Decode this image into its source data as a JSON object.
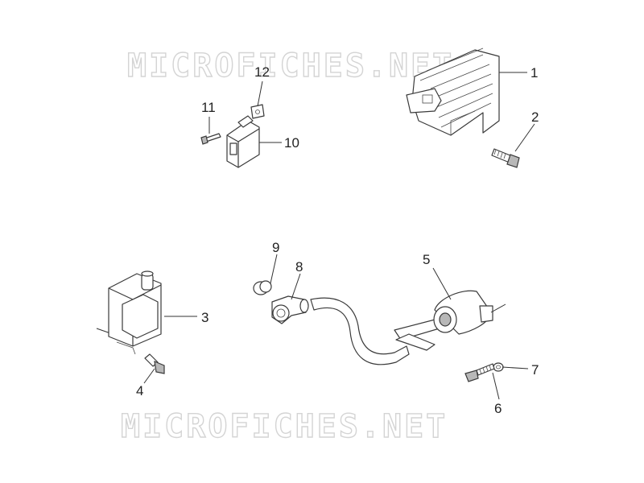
{
  "watermark": {
    "top_text": "MICROFICHES.NET",
    "bottom_text": "MICROFICHES.NET"
  },
  "callouts": {
    "c1": "1",
    "c2": "2",
    "c3": "3",
    "c4": "4",
    "c5": "5",
    "c6": "6",
    "c7": "7",
    "c8": "8",
    "c9": "9",
    "c10": "10",
    "c11": "11",
    "c12": "12"
  },
  "colors": {
    "line": "#3a3a3a",
    "watermark": "#d4d4d4",
    "background": "#ffffff"
  }
}
